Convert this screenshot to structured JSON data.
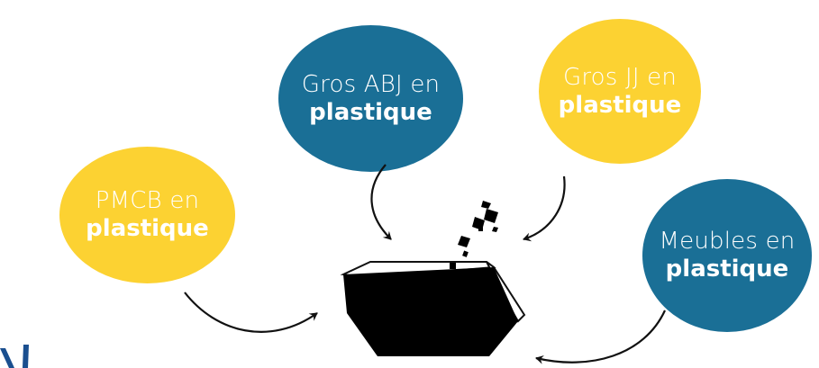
{
  "bubbles": {
    "pmcb": {
      "line1": "PMCB en",
      "line2": "plastique",
      "color": "#fcd232"
    },
    "abj": {
      "line1": "Gros ABJ en",
      "line2": "plastique",
      "color": "#1a6f96"
    },
    "jj": {
      "line1": "Gros JJ en",
      "line2": "plastique",
      "color": "#fcd232"
    },
    "meubles": {
      "line1": "Meubles en",
      "line2": "plastique",
      "color": "#1a6f96"
    }
  },
  "icons": {
    "container": "dumpster-icon",
    "corner_logo": "logo-mark"
  }
}
